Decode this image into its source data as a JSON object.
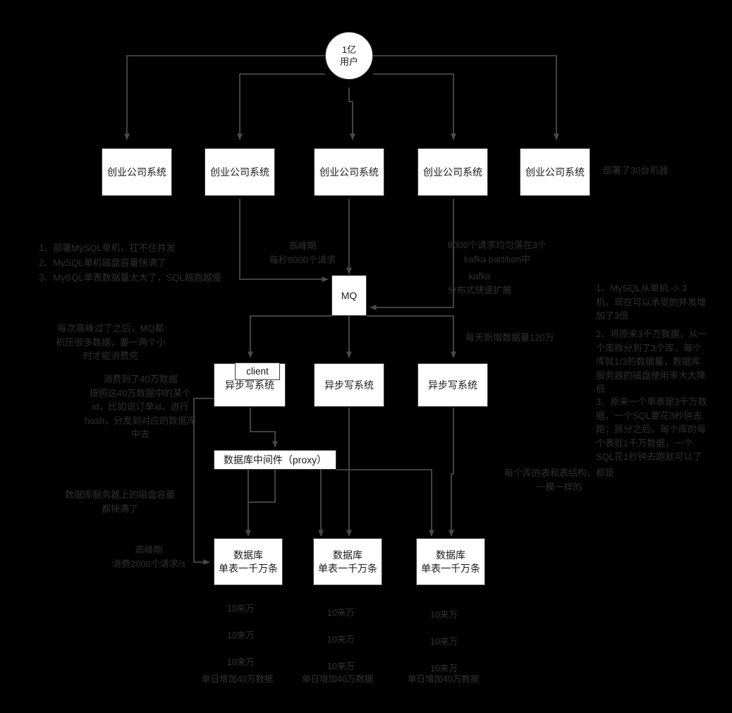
{
  "diagram": {
    "title_node": {
      "label": "1亿\n用户"
    },
    "app_servers": [
      {
        "label": "创业公司系统"
      },
      {
        "label": "创业公司系统"
      },
      {
        "label": "创业公司系统"
      },
      {
        "label": "创业公司系统"
      },
      {
        "label": "创业公司系统"
      }
    ],
    "mq": {
      "label": "MQ"
    },
    "client_box": {
      "label": "client"
    },
    "async_writers": [
      {
        "label": "异步写系统"
      },
      {
        "label": "异步写系统"
      },
      {
        "label": "异步写系统"
      }
    ],
    "proxy": {
      "label": "数据库中间件（proxy）"
    },
    "databases": [
      {
        "label": "数据库\n单表一千万条"
      },
      {
        "label": "数据库\n单表一千万条"
      },
      {
        "label": "数据库\n单表一千万条"
      }
    ],
    "notes": {
      "machines_deployed": "部署了30台机器",
      "problems_list": "1、部署MySQL单机，扛不住并发\n2、MySQL单机磁盘容量快满了\n3、MySQL单表数据量太大了，SQL越跑越慢",
      "peak_requests": "高峰期\n每秒8000个请求",
      "kafka_partition": "8000个请求均匀落在3个\nkafka partition中",
      "kafka_scaling": "kafka\n分布式快速扩展",
      "mq_backlog": "每次高峰过了之后，MQ都\n积压很多数据，要一两个小\n时才能消费完",
      "hash_dispatch": "消费到了40万数据\n按照这40万数据中的某个\nid，比如说订单id，进行\nhash，分发到对应的数据库\n中去",
      "daily_increment": "每天新增数据量120万",
      "disk_full": "数据库服务器上的磁盘容量\n都快满了",
      "peak_consume": "高峰期\n消费2000个请求/s",
      "same_schema": "每个库的表和表结构，都是\n一模一样的",
      "benefit_1": "1、MySQL从单机 -> 3\n机，现在可以承受的并发增\n加了3倍",
      "benefit_2": "2、将原来3千万数据，从一\n个库拆分到了3个库，每个\n库就1/3的数据量，数据库\n服务器的磁盘使用率大大降\n低",
      "benefit_3": "3、原来一个单表是3千万数\n据，一个SQL要花3秒钟去\n跑；拆分之后，每个库的每\n个表就1千万数据，一个\nSQL花1秒钟去跑就可以了"
    },
    "db_counts": [
      {
        "rows": [
          "10来万",
          "10来万",
          "10来万"
        ],
        "total": "单日增加40万数据"
      },
      {
        "rows": [
          "10来万",
          "10来万",
          "10来万"
        ],
        "total": "单日增加40万数据"
      },
      {
        "rows": [
          "10来万",
          "10来万",
          "10来万"
        ],
        "total": "单日增加40万数据"
      }
    ],
    "colors": {
      "background": "#000000",
      "node_fill": "#ffffff",
      "node_border": "#3a3a3a",
      "edge": "#4a4a4a",
      "note_text": "#2f2f2f",
      "node_text": "#1a1a1a"
    }
  }
}
